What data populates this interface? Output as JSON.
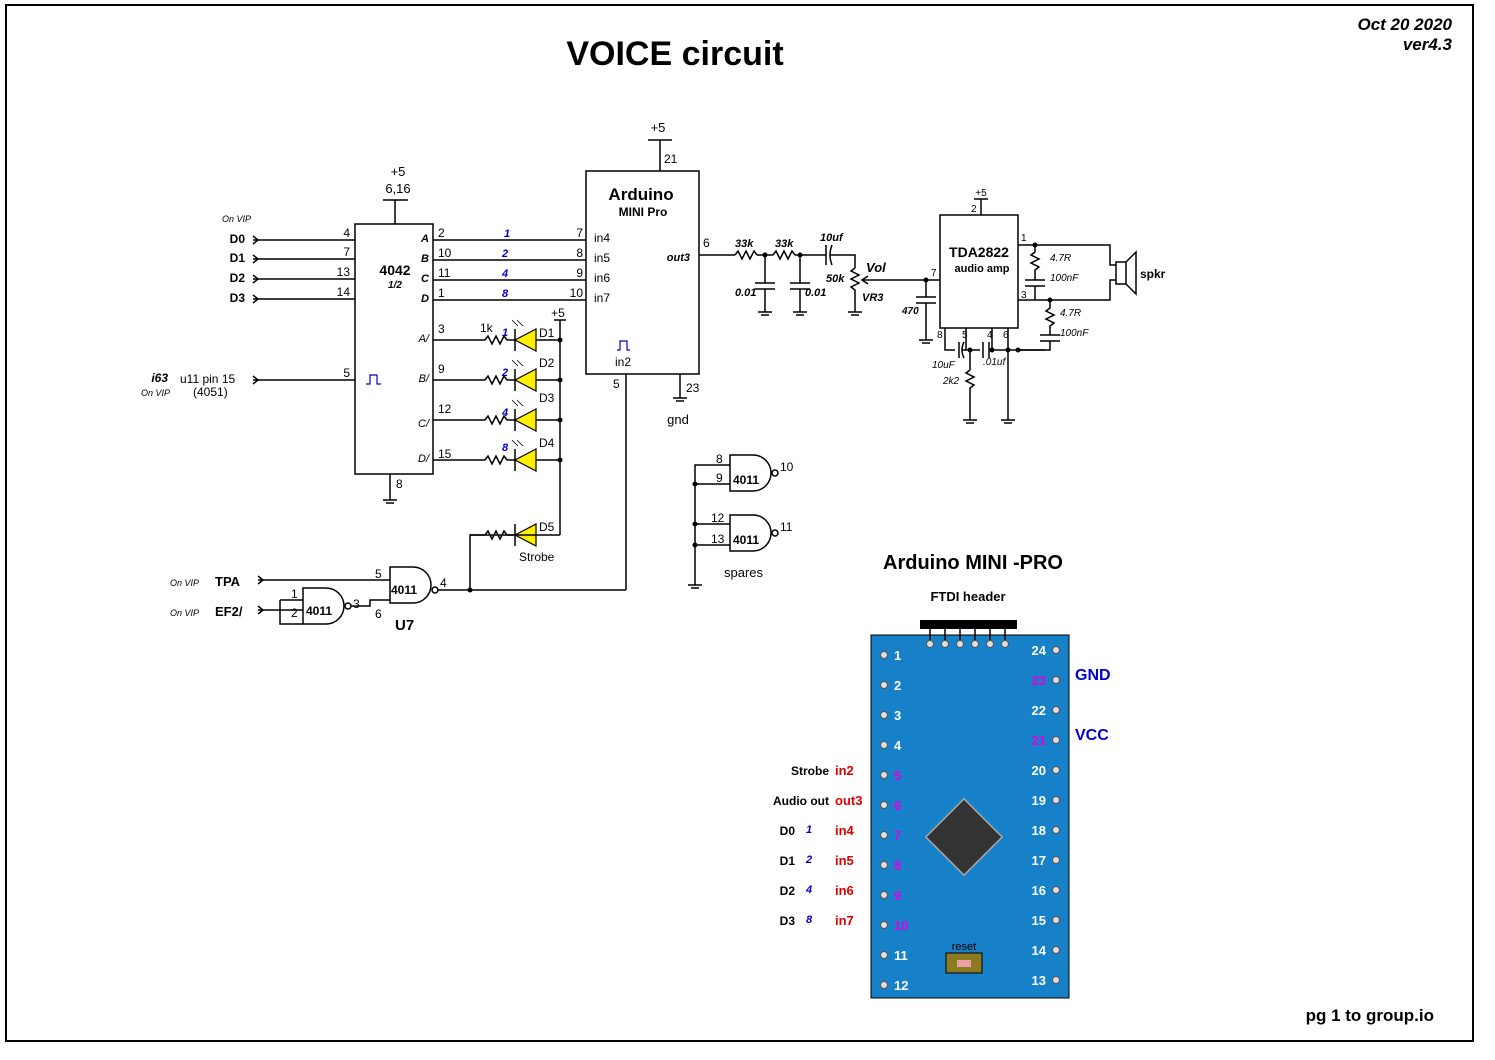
{
  "header": {
    "title": "VOICE circuit",
    "date": "Oct 20 2020",
    "version": "ver4.3",
    "footer": "pg 1 to group.io"
  },
  "chip4042": {
    "name": "4042",
    "sub": "1/2",
    "supply": "+5",
    "supply_pins": "6,16",
    "gnd_pin": "8",
    "left_pins": [
      "4",
      "7",
      "13",
      "14",
      "5"
    ],
    "inputs": [
      "D0",
      "D1",
      "D2",
      "D3"
    ],
    "on_vip": "On VIP",
    "pin_labels": [
      "A",
      "B",
      "C",
      "D",
      "A/",
      "B/",
      "C/",
      "D/"
    ],
    "right_pins": [
      "2",
      "10",
      "11",
      "1",
      "3",
      "9",
      "12",
      "15"
    ],
    "clock_label": "i63",
    "clock_src": "u11 pin 15",
    "clock_src2": "(4051)"
  },
  "wires": {
    "bits": [
      "1",
      "2",
      "4",
      "8"
    ]
  },
  "arduino": {
    "name": "Arduino",
    "sub": "MINI Pro",
    "supply": "+5",
    "supply_pin": "21",
    "gnd_pin": "23",
    "gnd": "gnd",
    "left_pins": [
      "7",
      "8",
      "9",
      "10"
    ],
    "inputs": [
      "in4",
      "in5",
      "in6",
      "in7"
    ],
    "strobe_in": "in2",
    "strobe_pin": "5",
    "out": "out3",
    "out_pin": "6"
  },
  "leds": {
    "supply": "+5",
    "resistor": "1k",
    "names": [
      "D1",
      "D2",
      "D3",
      "D4",
      "D5"
    ],
    "bits": [
      "1",
      "2",
      "4",
      "8"
    ],
    "strobe": "Strobe"
  },
  "filter": {
    "r1": "33k",
    "r2": "33k",
    "c1": "0.01",
    "c2": "0.01",
    "c3": "10uf",
    "pot": "50k",
    "pot_name": "VR3",
    "vol": "Vol",
    "c4": "470"
  },
  "amp": {
    "name": "TDA2822",
    "sub": "audio amp",
    "supply": "+5",
    "supply_pin": "2",
    "pins": [
      "7",
      "8",
      "5",
      "4",
      "6",
      "1",
      "3"
    ],
    "c_in": "10uF",
    "r_in": "2k2",
    "c_dec": ".01uf",
    "r_out1": "4.7R",
    "c_out1": "100nF",
    "r_out2": "4.7R",
    "c_out2": "100nF",
    "speaker": "spkr"
  },
  "gates": {
    "name": "4011",
    "u7": "U7",
    "tpa": "TPA",
    "ef2": "EF2/",
    "on_vip": "On VIP",
    "g1_pins": [
      "1",
      "2",
      "3"
    ],
    "g2_pins": [
      "5",
      "6",
      "4"
    ],
    "spare1": [
      "8",
      "9",
      "10"
    ],
    "spare2": [
      "12",
      "13",
      "11"
    ],
    "spares": "spares"
  },
  "board": {
    "title": "Arduino MINI -PRO",
    "header": "FTDI header",
    "reset": "reset",
    "left_pins": [
      "1",
      "2",
      "3",
      "4",
      "5",
      "6",
      "7",
      "8",
      "9",
      "10",
      "11",
      "12"
    ],
    "right_pins": [
      "24",
      "23",
      "22",
      "21",
      "20",
      "19",
      "18",
      "17",
      "16",
      "15",
      "14",
      "13"
    ],
    "gnd": "GND",
    "vcc": "VCC",
    "func_labels": [
      "Strobe",
      "Audio out",
      "D0",
      "D1",
      "D2",
      "D3"
    ],
    "func_bits": [
      "1",
      "2",
      "4",
      "8"
    ],
    "func_pins": [
      "in2",
      "out3",
      "in4",
      "in5",
      "in6",
      "in7"
    ],
    "colors": {
      "board": "#1680c8",
      "pins_highlight": "#e000e0"
    }
  }
}
